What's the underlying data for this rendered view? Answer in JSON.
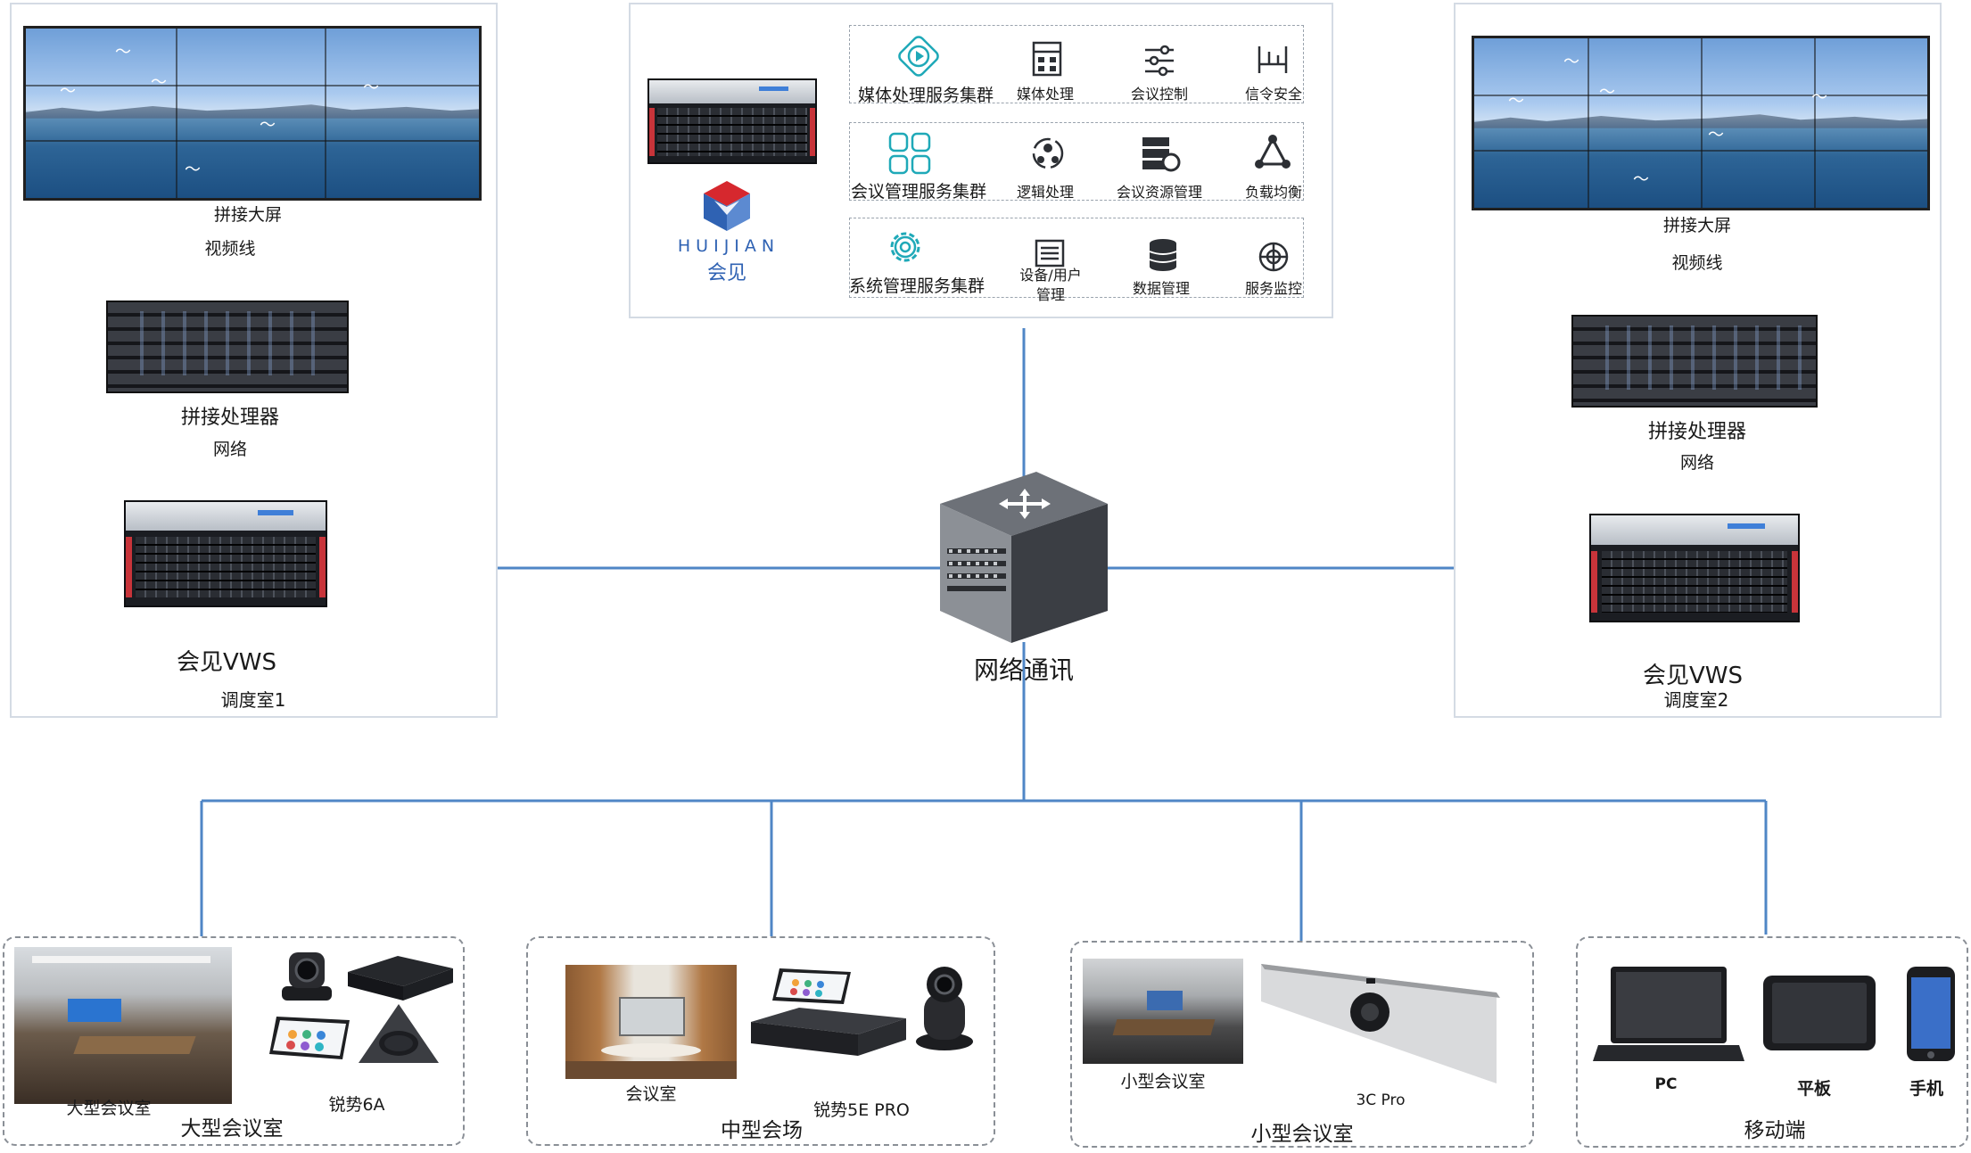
{
  "top_center": {
    "brand_en": "HUIJIAN",
    "brand_cn": "会见",
    "rows": [
      {
        "cluster": "媒体处理服务集群",
        "items": [
          "媒体处理",
          "会议控制",
          "信令安全"
        ]
      },
      {
        "cluster": "会议管理服务集群",
        "items": [
          "逻辑处理",
          "会议资源管理",
          "负载均衡"
        ]
      },
      {
        "cluster": "系统管理服务集群",
        "items": [
          "设备/用户管理",
          "数据管理",
          "服务监控"
        ]
      }
    ]
  },
  "left_room": {
    "screen_label": "拼接大屏",
    "video_line_label": "视频线",
    "processor_label": "拼接处理器",
    "network_label": "网络",
    "server_label": "会见VWS",
    "room_label": "调度室1"
  },
  "right_room": {
    "screen_label": "拼接大屏",
    "video_line_label": "视频线",
    "processor_label": "拼接处理器",
    "network_label": "网络",
    "server_label": "会见VWS",
    "room_label": "调度室2"
  },
  "center": {
    "switch_label": "网络通讯"
  },
  "bottom": {
    "large": {
      "photo_caption": "大型会议室",
      "device_label": "锐势6A",
      "title": "大型会议室"
    },
    "medium": {
      "photo_caption": "会议室",
      "device_label": "锐势5E PRO",
      "title": "中型会场"
    },
    "small": {
      "photo_caption": "小型会议室",
      "device_label": "3C Pro",
      "title": "小型会议室"
    },
    "mobile": {
      "pc_label": "PC",
      "tablet_label": "平板",
      "phone_label": "手机",
      "title": "移动端"
    }
  },
  "colors": {
    "network_line": "#4f86c6",
    "video_line": "#e0262b",
    "panel_border": "#d4dbe4",
    "accent_teal": "#1fa9b8",
    "brand_red": "#d6282e",
    "brand_blue": "#2f62b3"
  }
}
